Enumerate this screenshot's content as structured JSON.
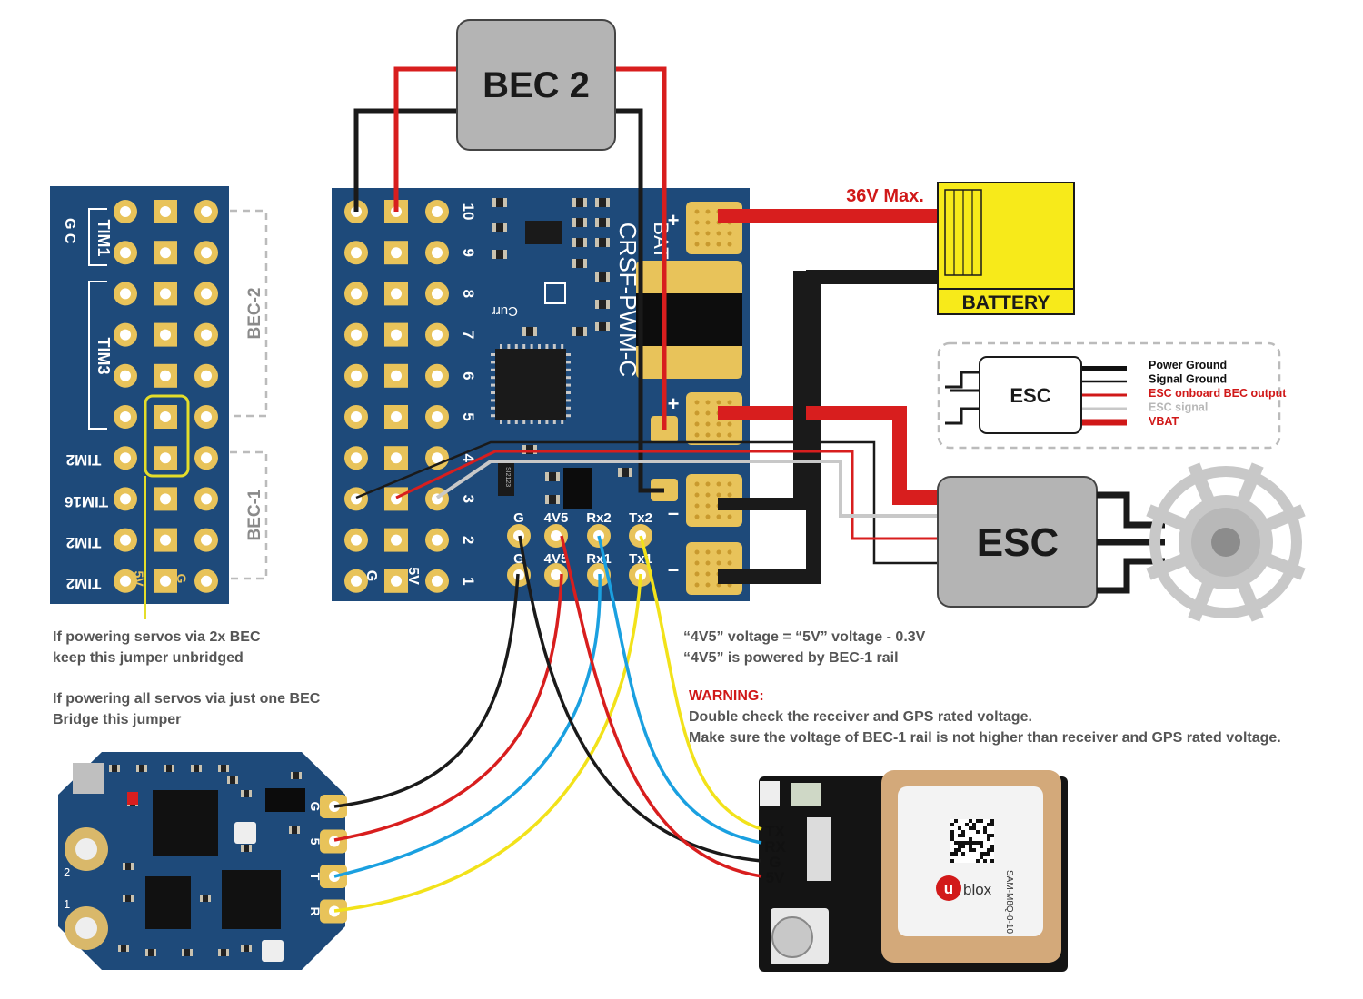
{
  "colors": {
    "board": "#1e4a7a",
    "board_dark": "#17385e",
    "pad_gold": "#e8c35a",
    "wire_red": "#d81e1e",
    "wire_black": "#1a1a1a",
    "wire_blue": "#1aa0e0",
    "wire_yellow": "#f2e21a",
    "wire_grey": "#c8c8c8",
    "battery": "#f7ea1a",
    "module_grey": "#b4b4b4"
  },
  "bec2": {
    "label": "BEC 2"
  },
  "battery": {
    "label": "BATTERY",
    "max_voltage": "36V Max."
  },
  "pcb": {
    "model": "CRSF-PWM-C",
    "bat": "BAT",
    "curr": "Curr",
    "plus": "+",
    "minus": "–",
    "chip": "SI2123",
    "channels": [
      "10",
      "9",
      "8",
      "7",
      "6",
      "5",
      "4",
      "3",
      "2",
      "1"
    ],
    "bottom_labels": [
      "G",
      "5V"
    ],
    "uart_top": [
      "G",
      "4V5",
      "Rx2",
      "Tx2"
    ],
    "uart_bottom": [
      "G",
      "4V5",
      "Rx1",
      "Tx1"
    ]
  },
  "left_pcb": {
    "labels": [
      "TIM1",
      "TIM3",
      "TIM2",
      "TIM16",
      "TIM2",
      "TIM2"
    ],
    "top_label": "G C",
    "bottom_labels": [
      "5V",
      "G"
    ],
    "rail_labels": [
      "BEC-2",
      "BEC-1"
    ]
  },
  "esc_legend": {
    "esc": "ESC",
    "items": [
      {
        "label": "Power Ground",
        "color": "#111111"
      },
      {
        "label": "Signal Ground",
        "color": "#111111"
      },
      {
        "label": "ESC onboard BEC output",
        "color": "#d01818"
      },
      {
        "label": "ESC signal",
        "color": "#b8b8b8"
      },
      {
        "label": "VBAT",
        "color": "#d01818"
      }
    ]
  },
  "esc_main": {
    "label": "ESC"
  },
  "receiver": {
    "pins": [
      "G",
      "5",
      "T",
      "R"
    ]
  },
  "gps": {
    "pins": [
      "TX",
      "RX",
      "G",
      "5V"
    ],
    "brand": "blox",
    "model": "SAM-M8Q-0-10",
    "mark": "u"
  },
  "notes": {
    "jumper_two_bec": [
      "If powering servos via 2x BEC",
      "keep this jumper unbridged"
    ],
    "jumper_one_bec": [
      "If powering all servos via just one BEC",
      "Bridge this jumper"
    ],
    "voltage": [
      "“4V5” voltage = “5V” voltage - 0.3V",
      "“4V5” is powered by BEC-1 rail"
    ],
    "warning_title": "WARNING:",
    "warning": [
      "Double check the receiver and GPS rated voltage.",
      "Make sure the voltage of BEC-1 rail is not higher than receiver and GPS rated voltage."
    ]
  }
}
